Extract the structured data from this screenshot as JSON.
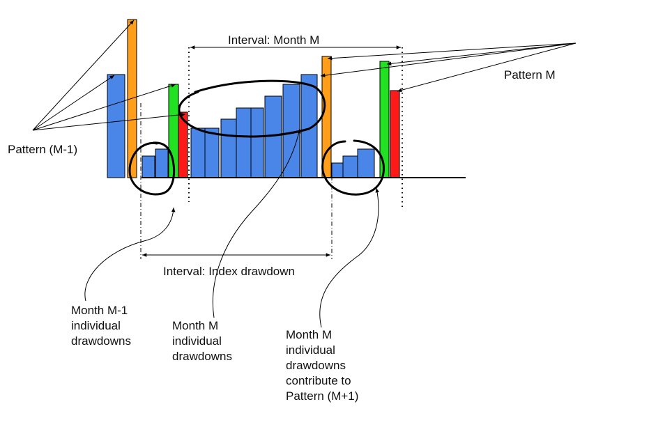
{
  "labels": {
    "interval_month": "Interval: Month M",
    "pattern_m": "Pattern M",
    "pattern_m_minus_1": "Pattern (M-1)",
    "interval_index": "Interval: Index drawdown",
    "note_prev_month": [
      "Month M-1",
      "individual",
      "drawdowns"
    ],
    "note_month": [
      "Month M",
      "individual",
      "drawdowns"
    ],
    "note_next": [
      "Month M",
      "individual",
      "drawdowns",
      "contribute to",
      "Pattern (M+1)"
    ]
  },
  "colors": {
    "blue": "#4a86e8",
    "orange": "#ff9e1b",
    "green": "#22e022",
    "red": "#ff1a1a",
    "outline": "#000000"
  },
  "bars": [
    {
      "series": "blue",
      "value": 148
    },
    {
      "series": "orange",
      "value": 227
    },
    {
      "series": "blue",
      "value": 31
    },
    {
      "series": "blue",
      "value": 41
    },
    {
      "series": "green",
      "value": 134
    },
    {
      "series": "red",
      "value": 94
    },
    {
      "series": "blue",
      "value": 71
    },
    {
      "series": "blue",
      "value": 71
    },
    {
      "series": "blue",
      "value": 84
    },
    {
      "series": "blue",
      "value": 100
    },
    {
      "series": "blue",
      "value": 100
    },
    {
      "series": "blue",
      "value": 117
    },
    {
      "series": "blue",
      "value": 134
    },
    {
      "series": "blue",
      "value": 148
    },
    {
      "series": "orange",
      "value": 174
    },
    {
      "series": "blue",
      "value": 21
    },
    {
      "series": "blue",
      "value": 31
    },
    {
      "series": "blue",
      "value": 41
    },
    {
      "series": "green",
      "value": 167
    },
    {
      "series": "red",
      "value": 125
    }
  ]
}
